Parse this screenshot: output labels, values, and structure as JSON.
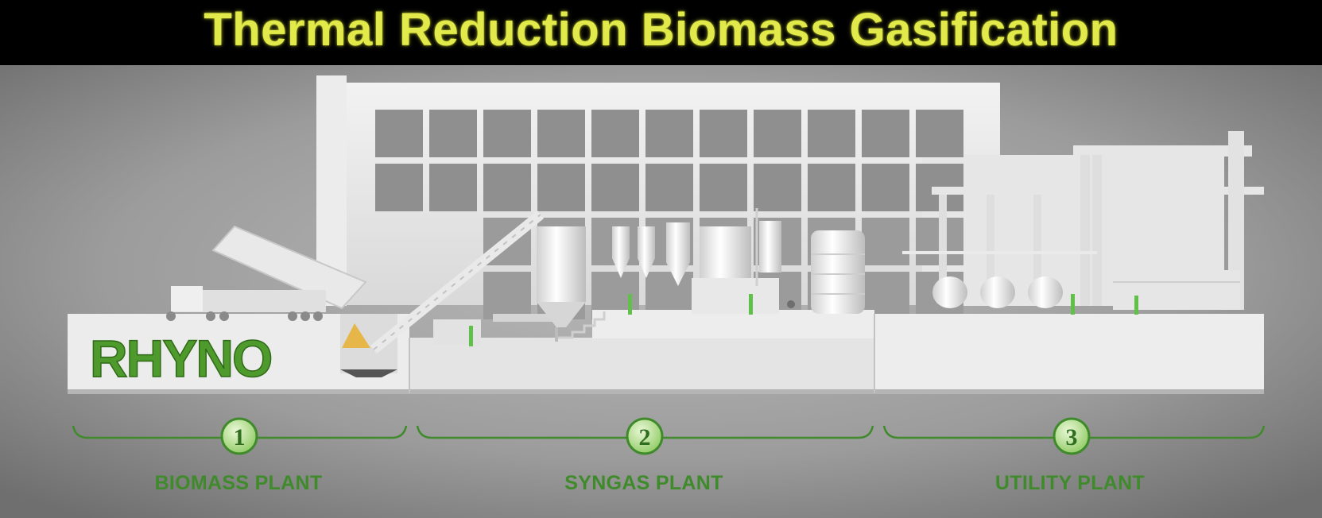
{
  "title": "Thermal Reduction Biomass Gasification",
  "logo": {
    "text": "RHYNO"
  },
  "sections": [
    {
      "number": "1",
      "label": "BIOMASS PLANT"
    },
    {
      "number": "2",
      "label": "SYNGAS PLANT"
    },
    {
      "number": "3",
      "label": "UTILITY PLANT"
    }
  ],
  "colors": {
    "title": "#e1ea4a",
    "accent_green": "#3f8a2b",
    "background": "#9a9a9a"
  }
}
